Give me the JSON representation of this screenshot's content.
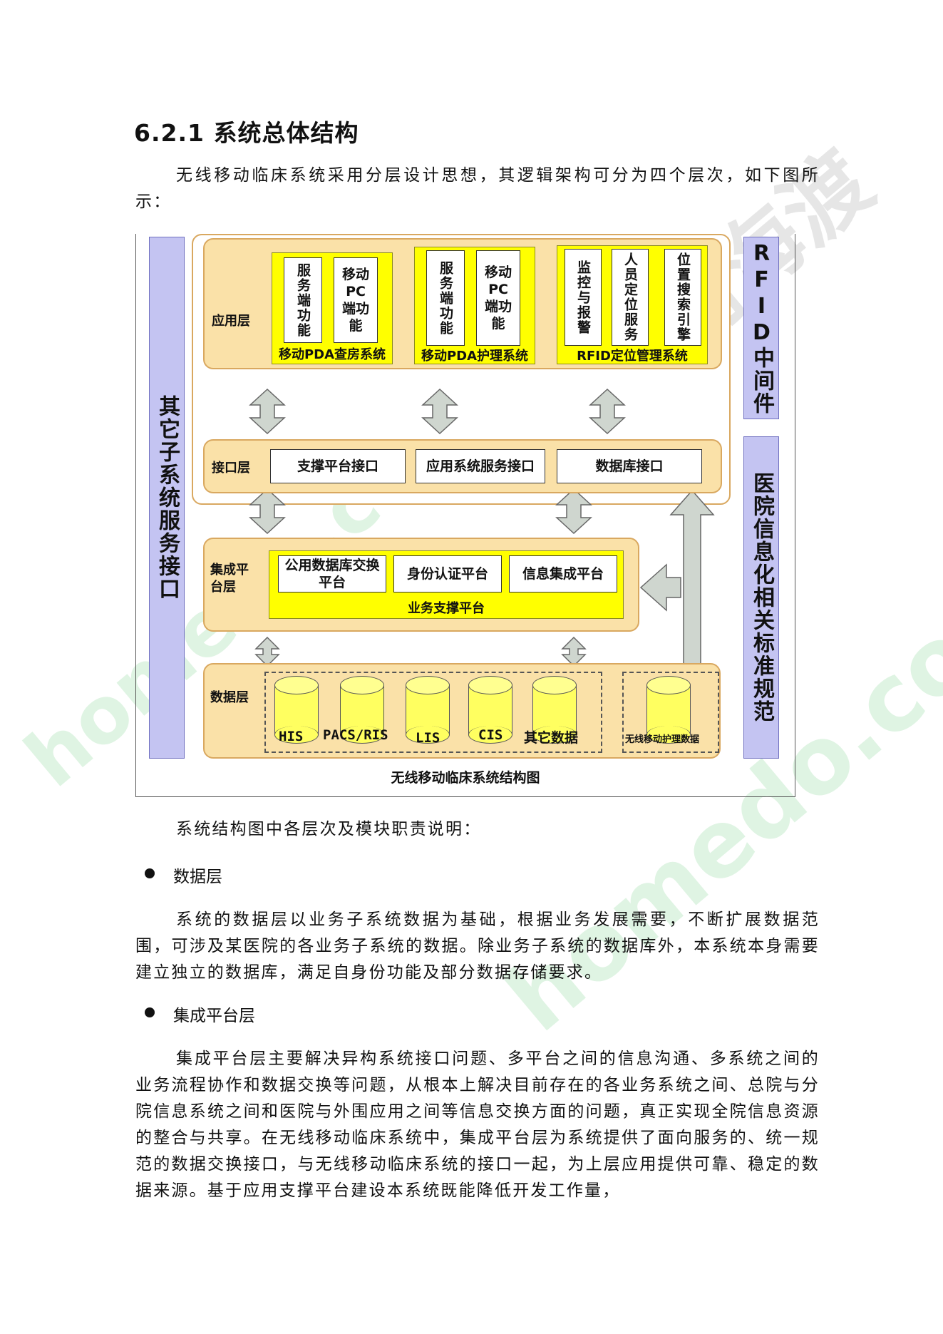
{
  "heading": "6.2.1 系统总体结构",
  "intro": "无线移动临床系统采用分层设计思想，其逻辑架构可分为四个层次，如下图所示：",
  "diagram": {
    "left_bar": "其它子系统服务接口",
    "right_top_bar": "RFID中间件",
    "right_bottom_bar": "医院信息化相关标准规范",
    "app_layer": {
      "label": "应用层",
      "systems": [
        {
          "name": "移动PDA查房系统",
          "items": [
            "服务端功能",
            "移动PC端功能"
          ]
        },
        {
          "name": "移动PDA护理系统",
          "items": [
            "服务端功能",
            "移动PC端功能"
          ]
        },
        {
          "name": "RFID定位管理系统",
          "items": [
            "监控与报警",
            "人员定位服务",
            "位置搜索引擎"
          ]
        }
      ]
    },
    "interface_layer": {
      "label": "接口层",
      "items": [
        "支撑平台接口",
        "应用系统服务接口",
        "数据库接口"
      ]
    },
    "integration_layer": {
      "label": "集成平台层",
      "items": [
        "公用数据库交换平台",
        "身份认证平台",
        "信息集成平台"
      ],
      "platform": "业务支撑平台"
    },
    "data_layer": {
      "label": "数据层",
      "dbs": [
        "HIS",
        "PACS/RIS",
        "LIS",
        "CIS",
        "其它数据"
      ],
      "own_db": "无线移动护理数据"
    },
    "caption": "无线移动临床系统结构图"
  },
  "intro2": "系统结构图中各层次及模块职责说明：",
  "bullet1": "数据层",
  "para1": "系统的数据层以业务子系统数据为基础，根据业务发展需要，不断扩展数据范围，可涉及某医院的各业务子系统的数据。除业务子系统的数据库外，本系统本身需要建立独立的数据库，满足自身份功能及部分数据存储要求。",
  "bullet2": "集成平台层",
  "para2": "集成平台层主要解决异构系统接口问题、多平台之间的信息沟通、多系统之间的业务流程协作和数据交换等问题，从根本上解决目前存在的各业务系统之间、总院与分院信息系统之间和医院与外围应用之间等信息交换方面的问题，真正实现全院信息资源的整合与共享。在无线移动临床系统中，集成平台层为系统提供了面向服务的、统一规范的数据交换接口，与无线移动临床系统的接口一起，为上层应用提供可靠、稳定的数据来源。基于应用支撑平台建设本系统既能降低开发工作量，"
}
